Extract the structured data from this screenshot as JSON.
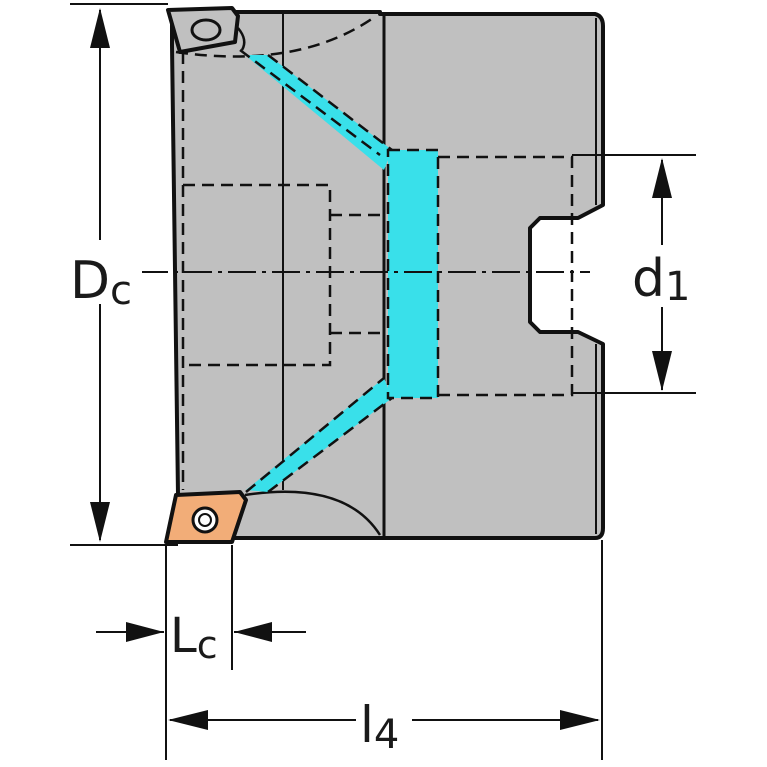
{
  "labels": {
    "dc_main": "D",
    "dc_sub": "c",
    "d1_main": "d",
    "d1_sub": "1",
    "lc_main": "L",
    "lc_sub": "c",
    "l4_main": "l",
    "l4_sub": "4"
  },
  "colors": {
    "body": "#c0c0c0",
    "coolant": "#39e0ea",
    "insert": "#f2ad78",
    "line": "#111111"
  }
}
